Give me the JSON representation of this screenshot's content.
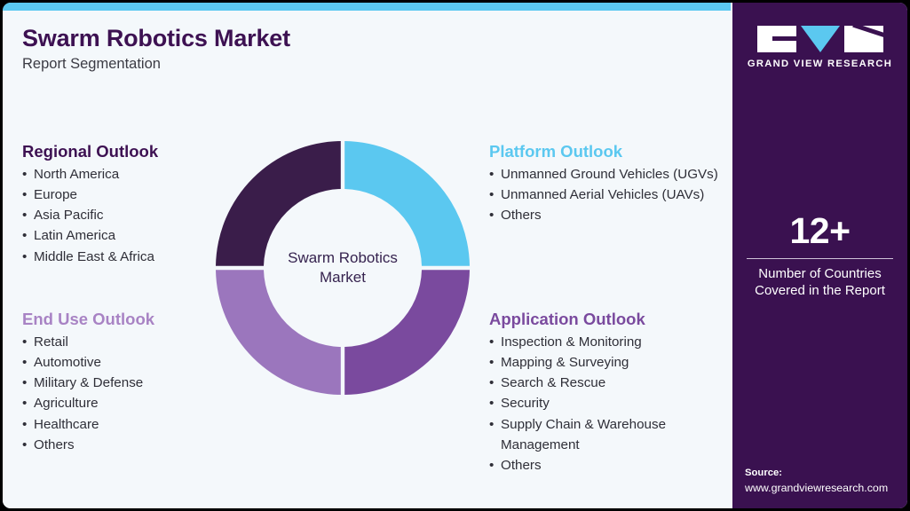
{
  "header": {
    "title": "Swarm Robotics Market",
    "subtitle": "Report Segmentation"
  },
  "donut": {
    "center_label": "Swarm Robotics Market"
  },
  "segments": {
    "regional": {
      "title": "Regional Outlook",
      "color": "#3d1152",
      "items": [
        "North America",
        "Europe",
        "Asia Pacific",
        "Latin America",
        "Middle East & Africa"
      ]
    },
    "end_use": {
      "title": "End Use Outlook",
      "color": "#a883c4",
      "items": [
        "Retail",
        "Automotive",
        "Military & Defense",
        "Agriculture",
        "Healthcare",
        "Others"
      ]
    },
    "platform": {
      "title": "Platform Outlook",
      "color": "#5bc8f0",
      "items": [
        "Unmanned Ground Vehicles (UGVs)",
        "Unmanned Aerial Vehicles (UAVs)",
        "Others"
      ]
    },
    "application": {
      "title": "Application Outlook",
      "color": "#7a4a9e",
      "items": [
        "Inspection & Monitoring",
        "Mapping & Surveying",
        "Search & Rescue",
        "Security",
        "Supply Chain & Warehouse Management",
        "Others"
      ]
    }
  },
  "side_panel": {
    "logo_text": "GRAND VIEW RESEARCH",
    "stat_value": "12+",
    "stat_label": "Number of Countries Covered in the Report",
    "source_label": "Source:",
    "source_url": "www.grandviewresearch.com"
  },
  "chart_data": {
    "type": "pie",
    "title": "Swarm Robotics Market",
    "categories": [
      "Platform Outlook",
      "Application Outlook",
      "End Use Outlook",
      "Regional Outlook"
    ],
    "values": [
      25,
      25,
      25,
      25
    ],
    "colors": [
      "#5bc8f0",
      "#7a4a9e",
      "#9b76bd",
      "#3a1d4a"
    ],
    "hole_ratio": 0.62,
    "legend": "none",
    "annotations": [
      "Swarm Robotics Market"
    ]
  },
  "theme": {
    "background": "#f4f8fb",
    "accent_bar": "#5bc8f0",
    "panel": "#3a1150",
    "title_color": "#3d1152",
    "body_text": "#2f2f38"
  },
  "bullet_glyph": "•"
}
